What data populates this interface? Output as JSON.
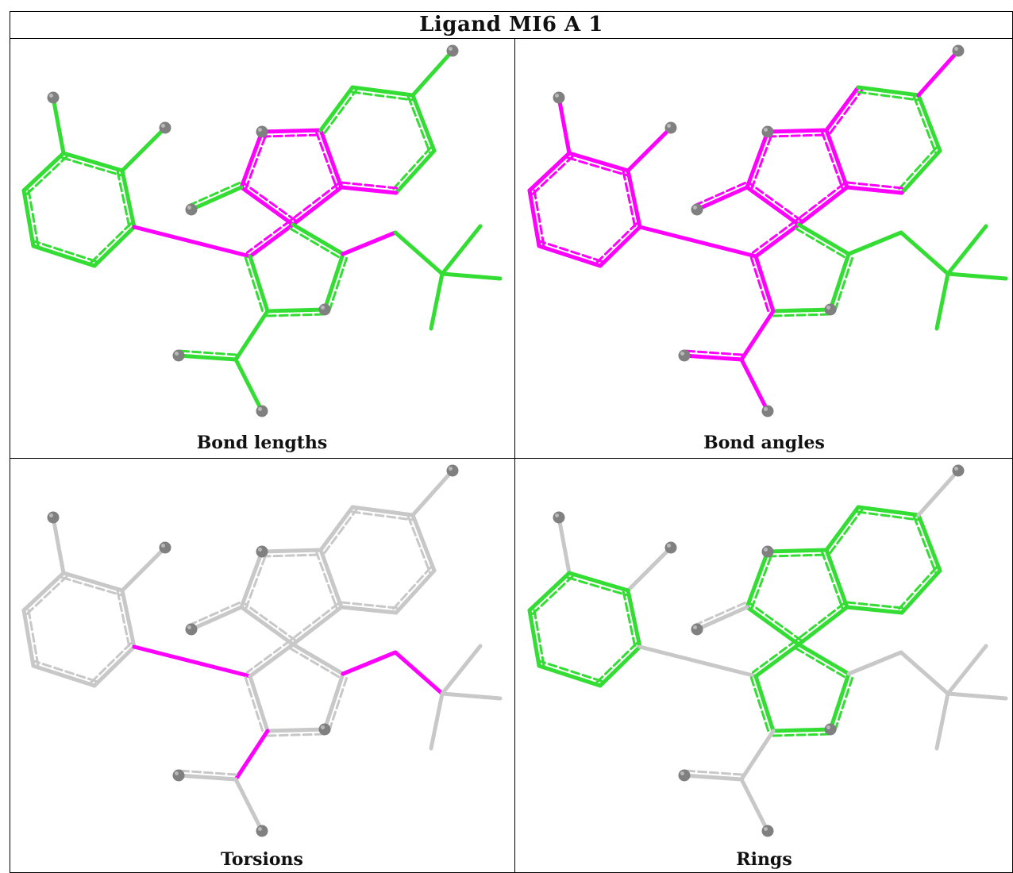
{
  "title": "Ligand MI6 A 1",
  "panels": [
    {
      "id": "bond-lengths",
      "caption": "Bond lengths"
    },
    {
      "id": "bond-angles",
      "caption": "Bond angles"
    },
    {
      "id": "torsions",
      "caption": "Torsions"
    },
    {
      "id": "rings",
      "caption": "Rings"
    }
  ],
  "colors": {
    "outlier": "#ff00ff",
    "normal": "#33dd33",
    "neutral": "#c8c8c8",
    "atom": "#808080",
    "border": "#000000"
  }
}
